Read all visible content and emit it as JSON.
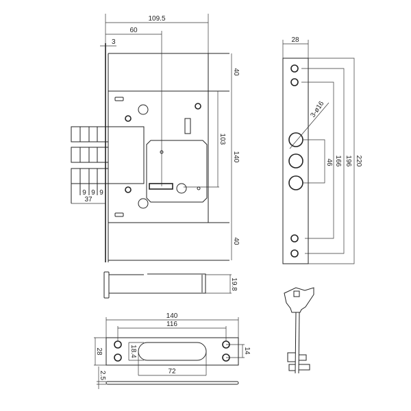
{
  "front_view": {
    "overall_width": "109.5",
    "key_center_offset": "60",
    "faceplate_thickness": "3",
    "top_margin": "40",
    "case_height": "140",
    "bottom_margin": "40",
    "cylinder_height": "103",
    "bolt_pitch": [
      "9",
      "9",
      "9"
    ],
    "bolt_throw": "37"
  },
  "side_view": {
    "faceplate_width": "28",
    "total_length": "220",
    "outer_screw_spacing": "196",
    "inner_screw_spacing": "166",
    "bolt_spacing": "46",
    "bolt_hole_note": "3-ø16"
  },
  "bolt_view": {
    "bolt_height": "19.8"
  },
  "strike_plate": {
    "length": "140",
    "screw_spacing": "116",
    "width": "28",
    "slot_height": "18.4",
    "slot_length": "72",
    "screw_row_spacing": "14",
    "thickness": "2.5"
  }
}
